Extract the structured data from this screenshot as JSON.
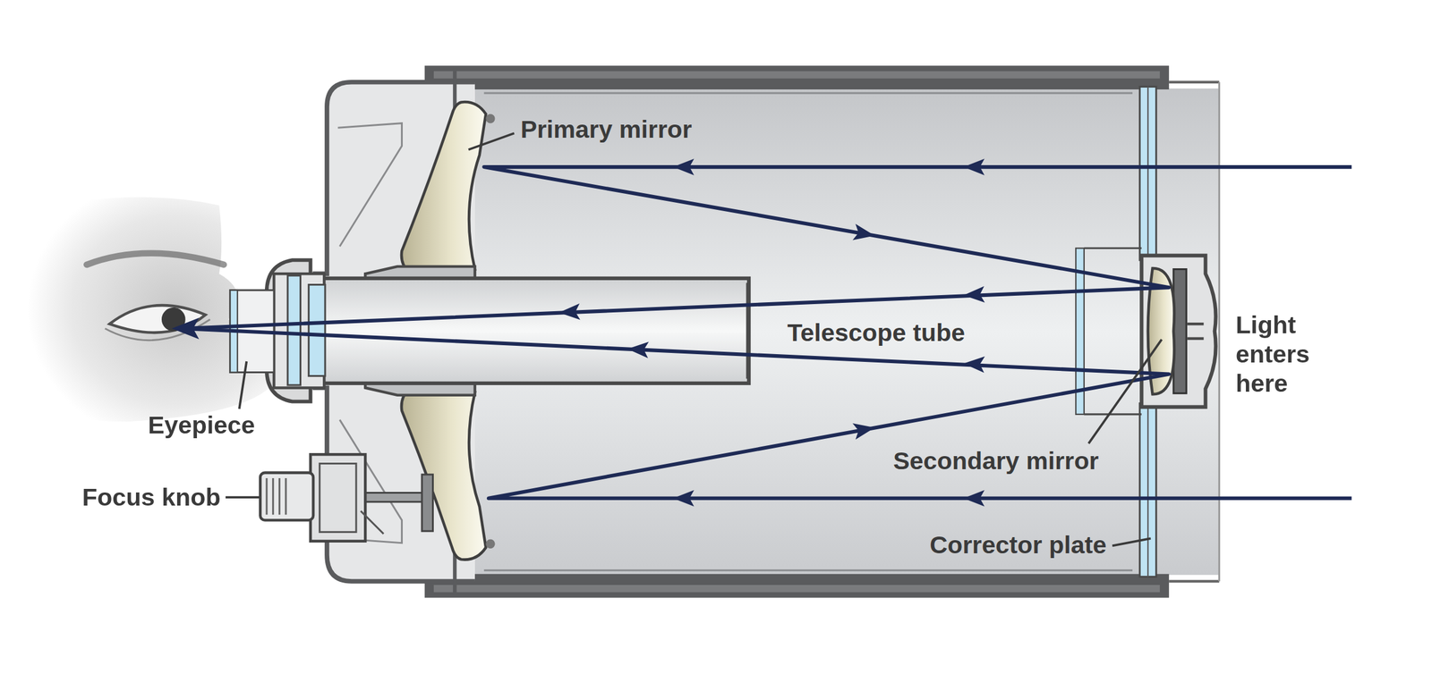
{
  "diagram": {
    "labels": [
      "Primary mirror",
      "Telescope tube",
      "Light enters here",
      "Eyepiece",
      "Focus knob",
      "Secondary mirror",
      "Corrector plate"
    ]
  }
}
